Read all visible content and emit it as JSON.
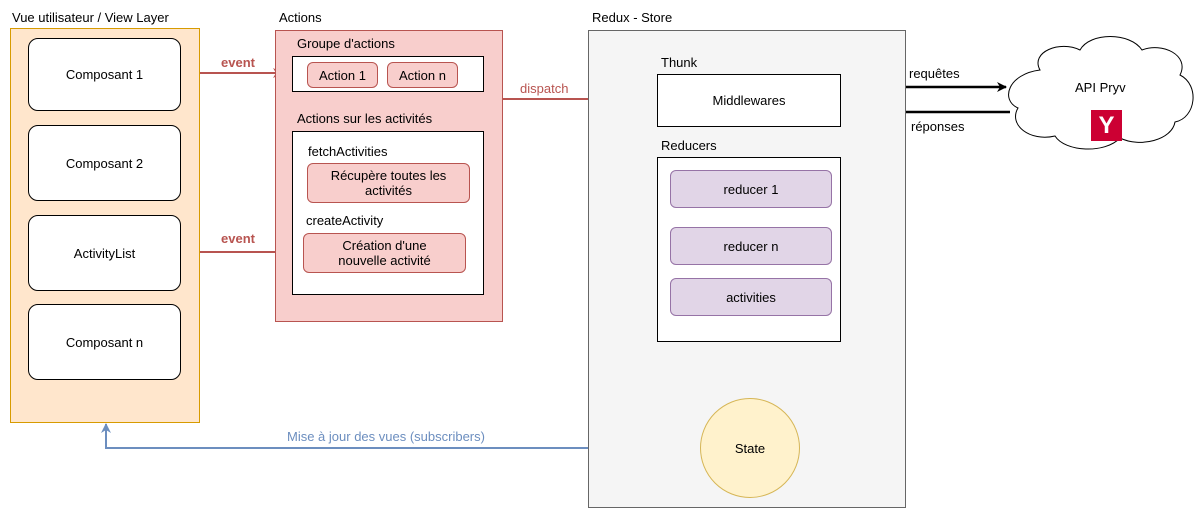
{
  "view_layer": {
    "title": "Vue utilisateur / View Layer",
    "components": [
      "Composant 1",
      "Composant 2",
      "ActivityList",
      "Composant n"
    ]
  },
  "actions": {
    "title": "Actions",
    "group_title": "Groupe d'actions",
    "group_items": [
      "Action 1",
      "Action n"
    ],
    "activities_title": "Actions sur les activités",
    "fetch_name": "fetchActivities",
    "fetch_desc": "Récupère toutes les activités",
    "create_name": "createActivity",
    "create_desc": "Création d'une nouvelle activité"
  },
  "store": {
    "title": "Redux - Store",
    "thunk_label": "Thunk",
    "middlewares": "Middlewares",
    "reducers_label": "Reducers",
    "reducers": [
      "reducer 1",
      "reducer n",
      "activities"
    ],
    "state": "State"
  },
  "api": {
    "name": "API Pryv",
    "logo_letter": "Y"
  },
  "edges": {
    "event1": "event",
    "event2": "event",
    "dispatch": "dispatch",
    "requests": "requêtes",
    "responses": "réponses",
    "update": "Mise à jour des vues (subscribers)"
  },
  "colors": {
    "view_fill": "#ffe6cc",
    "view_stroke": "#d79b00",
    "actions_fill": "#f8cecc",
    "actions_stroke": "#b85450",
    "store_fill": "#f5f5f5",
    "store_stroke": "#666666",
    "reducer_fill": "#e1d5e7",
    "reducer_stroke": "#9673a6",
    "state_fill": "#fff2cc",
    "state_stroke": "#d6b656",
    "event_arrow": "#b85450",
    "update_arrow": "#6c8ebf",
    "logo_bg": "#cc0033"
  }
}
